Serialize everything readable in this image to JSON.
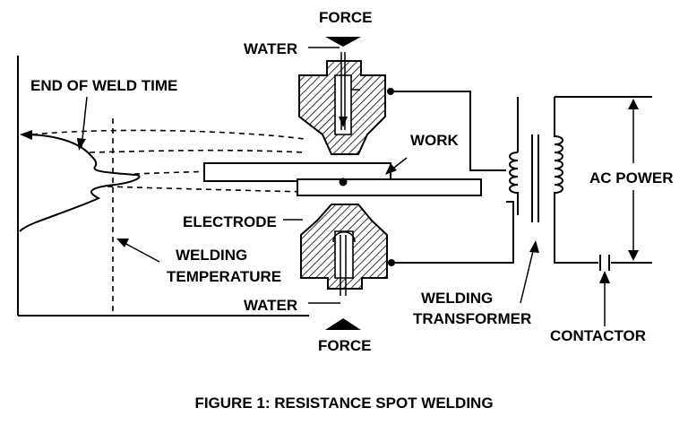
{
  "labels": {
    "force_top": "FORCE",
    "water_top": "WATER",
    "end_of_weld_time": "END OF WELD TIME",
    "work": "WORK",
    "ac_power": "AC POWER",
    "electrode": "ELECTRODE",
    "welding_temperature_1": "WELDING",
    "welding_temperature_2": "TEMPERATURE",
    "water_bottom": "WATER",
    "welding_transformer_1": "WELDING",
    "welding_transformer_2": "TRANSFORMER",
    "force_bottom": "FORCE",
    "contactor": "CONTACTOR"
  },
  "caption": "FIGURE 1: RESISTANCE SPOT WELDING"
}
